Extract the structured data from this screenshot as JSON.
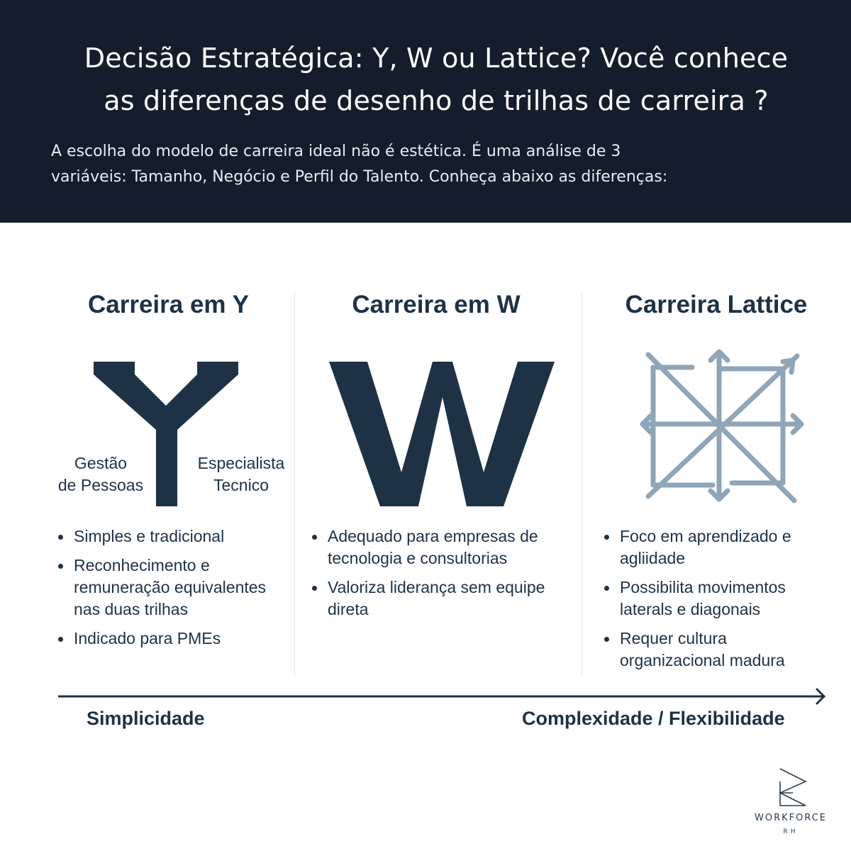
{
  "header": {
    "title_line1": "Decisão Estratégica: Y, W ou Lattice? Você conhece",
    "title_line2": "as diferenças de desenho de trilhas de carreira ?",
    "subtitle_line1": "A escolha do modelo de carreira ideal não é estética. É uma análise de 3",
    "subtitle_line2": "variáveis: Tamanho, Negócio e Perfil do Talento. Conheça abaixo as diferenças:"
  },
  "colors": {
    "header_bg": "#141d2c",
    "primary": "#1e3246",
    "lattice_icon": "#8fa5b8",
    "divider": "#e2e6ea"
  },
  "columns": [
    {
      "title": "Carreira em Y",
      "icon": "y-shape-icon",
      "labels": {
        "left_line1": "Gestão",
        "left_line2": "de Pessoas",
        "right_line1": "Especialista",
        "right_line2": "Tecnico"
      },
      "bullets": [
        "Simples e tradicional",
        "Reconhecimento e remuneração equivalentes nas duas trilhas",
        "Indicado para PMEs"
      ]
    },
    {
      "title": "Carreira em W",
      "icon": "w-shape-icon",
      "bullets": [
        "Adequado para empresas de tecnologia e consultorias",
        "Valoriza liderança sem equipe direta"
      ]
    },
    {
      "title": "Carreira Lattice",
      "icon": "lattice-arrows-icon",
      "bullets": [
        "Foco em aprendizado e agliidade",
        "Possibilita movimentos laterals e diagonais",
        "Requer cultura organizacional madura"
      ]
    }
  ],
  "axis": {
    "left_label": "Simplicidade",
    "right_label": "Complexidade / Flexibilidade"
  },
  "logo": {
    "name": "WORKFORCE",
    "sub": "RH"
  }
}
